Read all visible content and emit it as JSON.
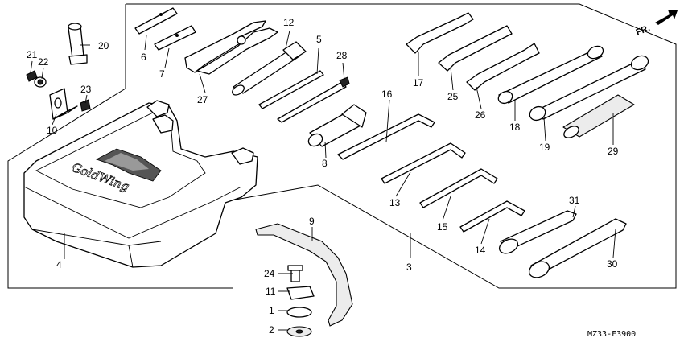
{
  "diagram": {
    "code": "MZ33-F3900",
    "direction_label": "FR.",
    "brand_script": "GoldWing",
    "callouts": [
      "1",
      "2",
      "3",
      "4",
      "5",
      "6",
      "7",
      "8",
      "9",
      "10",
      "11",
      "12",
      "13",
      "14",
      "15",
      "16",
      "17",
      "18",
      "19",
      "20",
      "21",
      "22",
      "23",
      "24",
      "25",
      "26",
      "27",
      "28",
      "29",
      "30",
      "31"
    ]
  }
}
